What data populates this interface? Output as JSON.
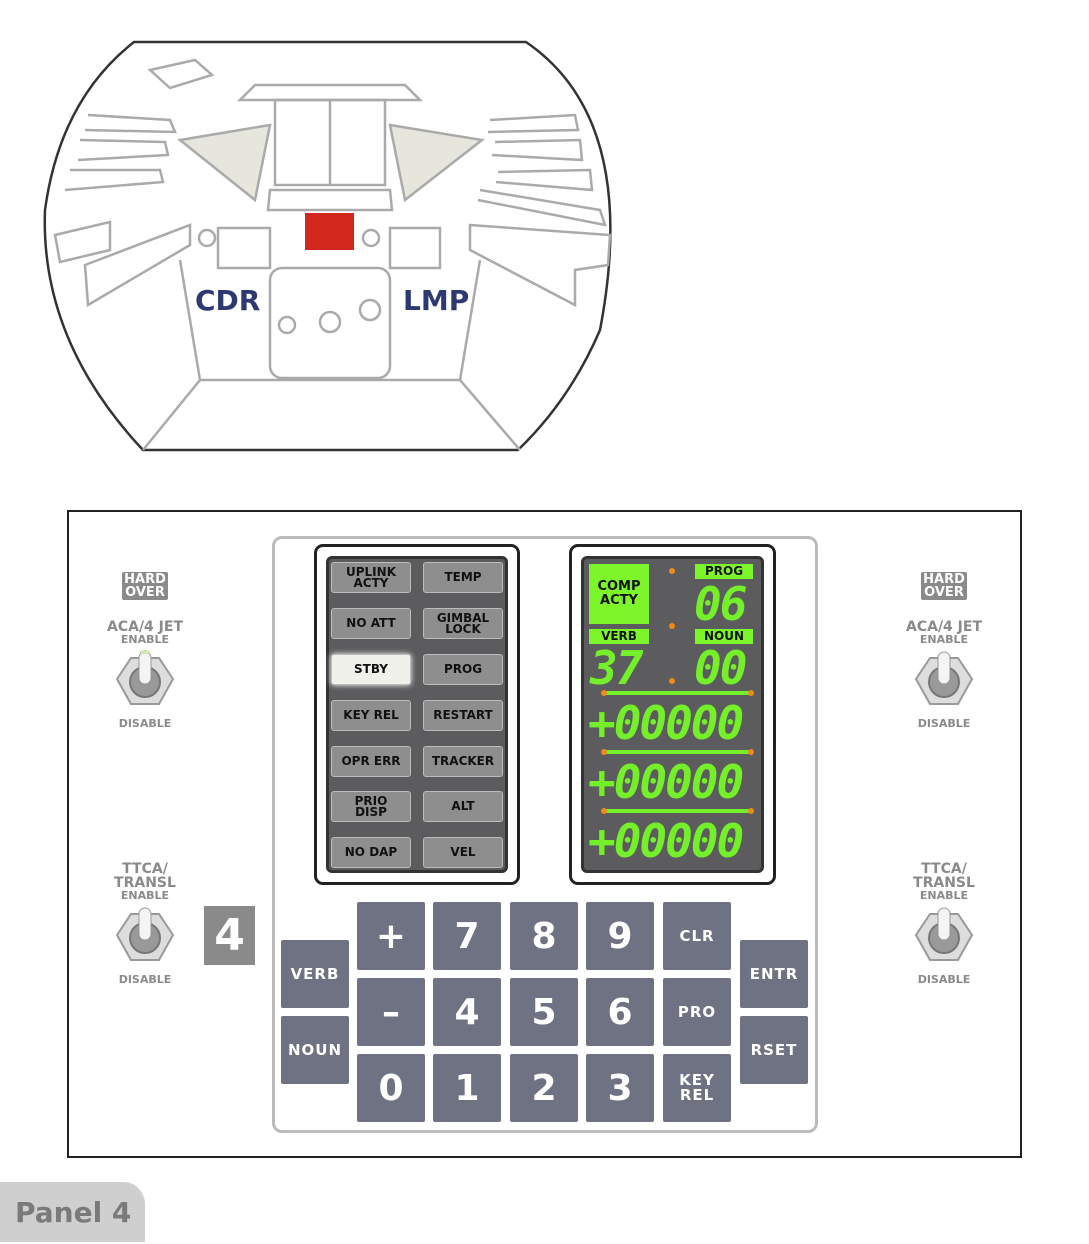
{
  "cockpit": {
    "cdr_label": "CDR",
    "lmp_label": "LMP",
    "highlight_color": "#d0281c"
  },
  "panel_badge": "4",
  "panel_tab": "Panel 4",
  "left_switches": [
    {
      "badge": "HARD OVER",
      "title": "ACA/4 JET",
      "up": "ENABLE",
      "down": "DISABLE"
    },
    {
      "title": "TTCA/ TRANSL",
      "up": "ENABLE",
      "down": "DISABLE"
    }
  ],
  "right_switches": [
    {
      "badge": "HARD OVER",
      "title": "ACA/4 JET",
      "up": "ENABLE",
      "down": "DISABLE"
    },
    {
      "title": "TTCA/ TRANSL",
      "up": "ENABLE",
      "down": "DISABLE"
    }
  ],
  "annunciators": [
    {
      "label": "UPLINK ACTY",
      "on": false
    },
    {
      "label": "TEMP",
      "on": false
    },
    {
      "label": "NO ATT",
      "on": false
    },
    {
      "label": "GIMBAL LOCK",
      "on": false
    },
    {
      "label": "STBY",
      "on": true
    },
    {
      "label": "PROG",
      "on": false
    },
    {
      "label": "KEY REL",
      "on": false
    },
    {
      "label": "RESTART",
      "on": false
    },
    {
      "label": "OPR ERR",
      "on": false
    },
    {
      "label": "TRACKER",
      "on": false
    },
    {
      "label": "PRIO DISP",
      "on": false
    },
    {
      "label": "ALT",
      "on": false
    },
    {
      "label": "NO DAP",
      "on": false
    },
    {
      "label": "VEL",
      "on": false
    }
  ],
  "display": {
    "comp_acty": "COMP ACTY",
    "prog_label": "PROG",
    "verb_label": "VERB",
    "noun_label": "NOUN",
    "prog": "06",
    "verb": "37",
    "noun": "00",
    "r1": "+00000",
    "r2": "+00000",
    "r3": "+00000"
  },
  "keys": {
    "verb": "VERB",
    "noun": "NOUN",
    "plus": "+",
    "minus": "–",
    "k0": "0",
    "k1": "1",
    "k2": "2",
    "k3": "3",
    "k4": "4",
    "k5": "5",
    "k6": "6",
    "k7": "7",
    "k8": "8",
    "k9": "9",
    "clr": "CLR",
    "pro": "PRO",
    "keyrel": "KEY REL",
    "entr": "ENTR",
    "rset": "RSET"
  }
}
